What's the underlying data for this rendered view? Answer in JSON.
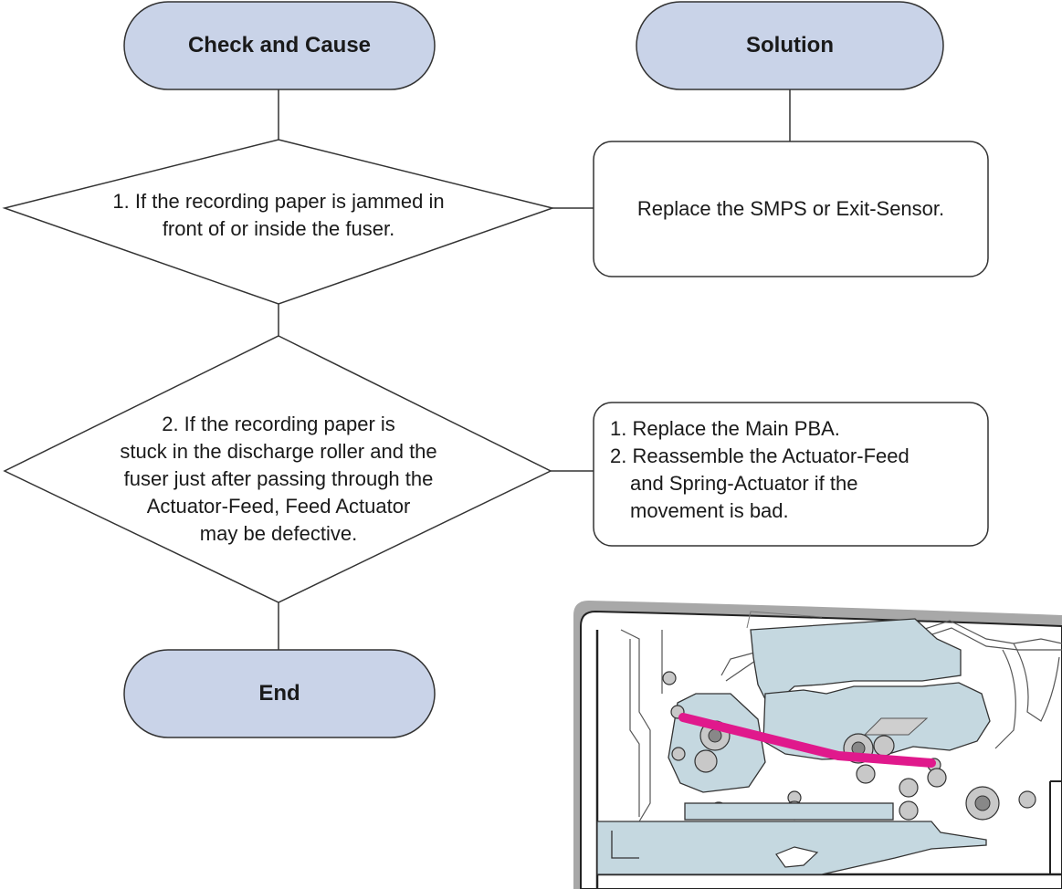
{
  "flow": {
    "check_header": "Check and Cause",
    "solution_header": "Solution",
    "end_label": "End"
  },
  "steps": [
    {
      "check_lines": [
        "1. If the recording paper is jammed in",
        "front of or inside the fuser."
      ],
      "solution_lines": [
        "Replace the SMPS or Exit-Sensor."
      ]
    },
    {
      "check_lines": [
        "2. If the recording paper is",
        "stuck in the discharge roller and the",
        "fuser just after passing  through the",
        "Actuator-Feed, Feed Actuator",
        "may be defective."
      ],
      "solution_lines": [
        "1. Replace the Main PBA.",
        "2. Reassemble the Actuator-Feed",
        "and Spring-Actuator if the",
        "movement is bad."
      ]
    }
  ],
  "colors": {
    "terminator_fill": "#c9d3e8",
    "part_fill": "#c5d8e0",
    "paper_path": "#e0198c",
    "frame_border": "#a8a8a8"
  }
}
